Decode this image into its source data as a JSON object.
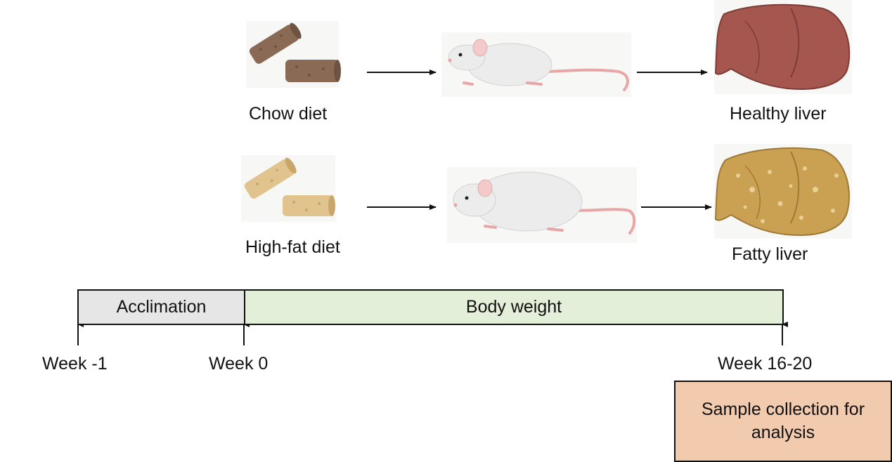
{
  "rows": [
    {
      "diet_label": "Chow diet",
      "outcome_label": "Healthy liver",
      "pellet_color": "#8a6a55",
      "liver_color": "#a5564f"
    },
    {
      "diet_label": "High-fat diet",
      "outcome_label": "Fatty liver",
      "pellet_color": "#e0c38d",
      "liver_color": "#caa052"
    }
  ],
  "timeline": {
    "acclimation_label": "Acclimation",
    "body_weight_label": "Body weight",
    "acclimation_color": "#e6e6e6",
    "body_weight_color": "#e3efd9",
    "markers": [
      "Week -1",
      "Week 0",
      "Week 16-20"
    ]
  },
  "sample_box": {
    "text": "Sample collection for analysis",
    "color": "#f2cbaf"
  }
}
